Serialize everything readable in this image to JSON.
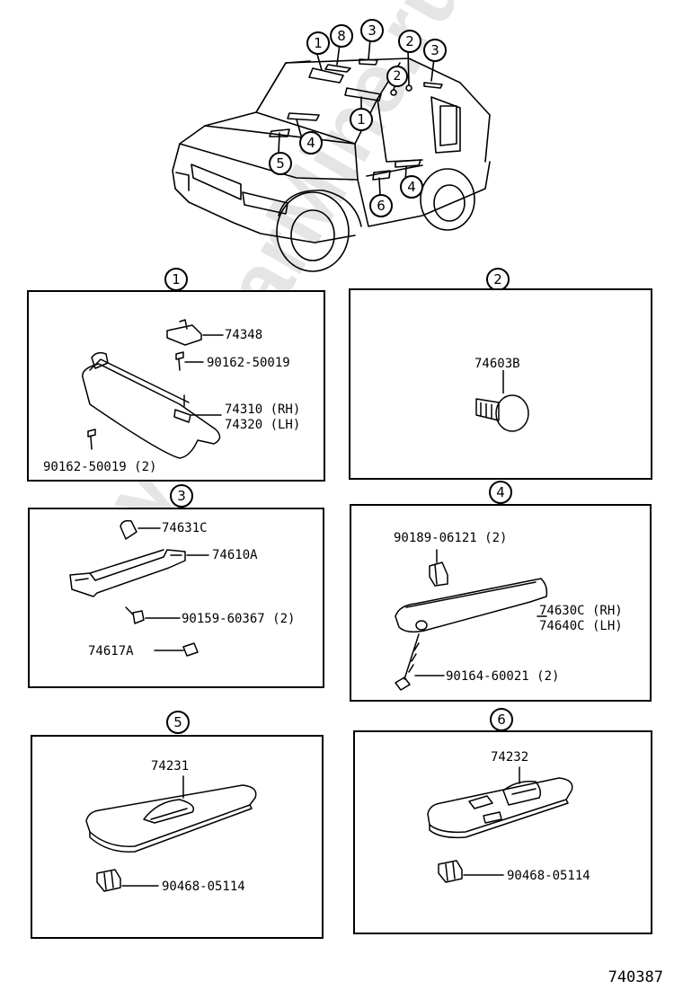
{
  "watermark": "ToyotaCarMine.ru",
  "car_callouts": [
    "1",
    "8",
    "3",
    "2",
    "2",
    "3",
    "1",
    "4",
    "5",
    "6",
    "4"
  ],
  "sections": {
    "s1": {
      "number": "1",
      "parts": {
        "a": "74348",
        "b": "90162-50019",
        "c": "74310 (RH)",
        "d": "74320 (LH)",
        "e": "90162-50019 (2)"
      }
    },
    "s2": {
      "number": "2",
      "parts": {
        "a": "74603B"
      }
    },
    "s3": {
      "number": "3",
      "parts": {
        "a": "74631C",
        "b": "74610A",
        "c": "90159-60367 (2)",
        "d": "74617A"
      }
    },
    "s4": {
      "number": "4",
      "parts": {
        "a": "90189-06121 (2)",
        "b": "74630C (RH)",
        "c": "74640C (LH)",
        "d": "90164-60021 (2)"
      }
    },
    "s5": {
      "number": "5",
      "parts": {
        "a": "74231",
        "b": "90468-05114"
      }
    },
    "s6": {
      "number": "6",
      "parts": {
        "a": "74232",
        "b": "90468-05114"
      }
    }
  },
  "diagram_code": "740387"
}
